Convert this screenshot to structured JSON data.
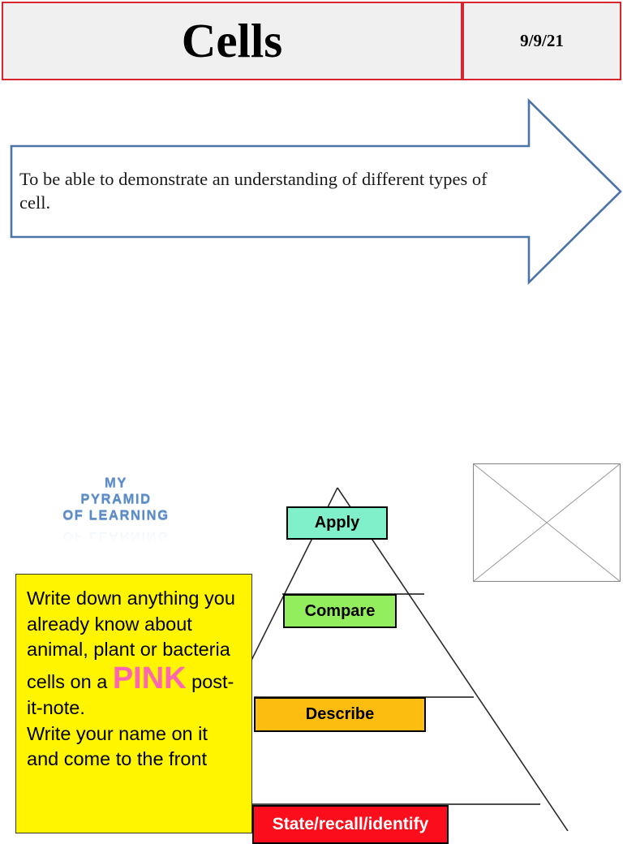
{
  "header": {
    "title": "Cells",
    "date": "9/9/21",
    "border_color": "#D7262E",
    "fill_color": "#F0F0F0"
  },
  "objective": {
    "text": "To be able to demonstrate an understanding of different types of cell.",
    "arrow_color": "#4B73A8",
    "arrow_direction": "right"
  },
  "pyramid": {
    "wordart": {
      "line1": "MY",
      "line2": "PYRAMID",
      "line3": "OF LEARNING",
      "color": "#5B8BC4"
    },
    "tiers": [
      {
        "label": "Apply",
        "color": "#80F0CB",
        "text_color": "#000000"
      },
      {
        "label": "Compare",
        "color": "#92EE5C",
        "text_color": "#000000"
      },
      {
        "label": "Describe",
        "color": "#FDBD10",
        "text_color": "#000000"
      },
      {
        "label": "State/recall/identify",
        "color": "#FC0D1C",
        "text_color": "#FFFFFF"
      }
    ]
  },
  "note": {
    "background": "#FFF500",
    "para1_before": "Write down anything you already know about animal, plant or bacteria cells on a ",
    "pink_word": "PINK",
    "para1_after": " post-it-note.",
    "para2": "Write your name on it and come to the front"
  },
  "image_placeholder": {
    "alt": "missing-image",
    "line_color": "#808080"
  }
}
